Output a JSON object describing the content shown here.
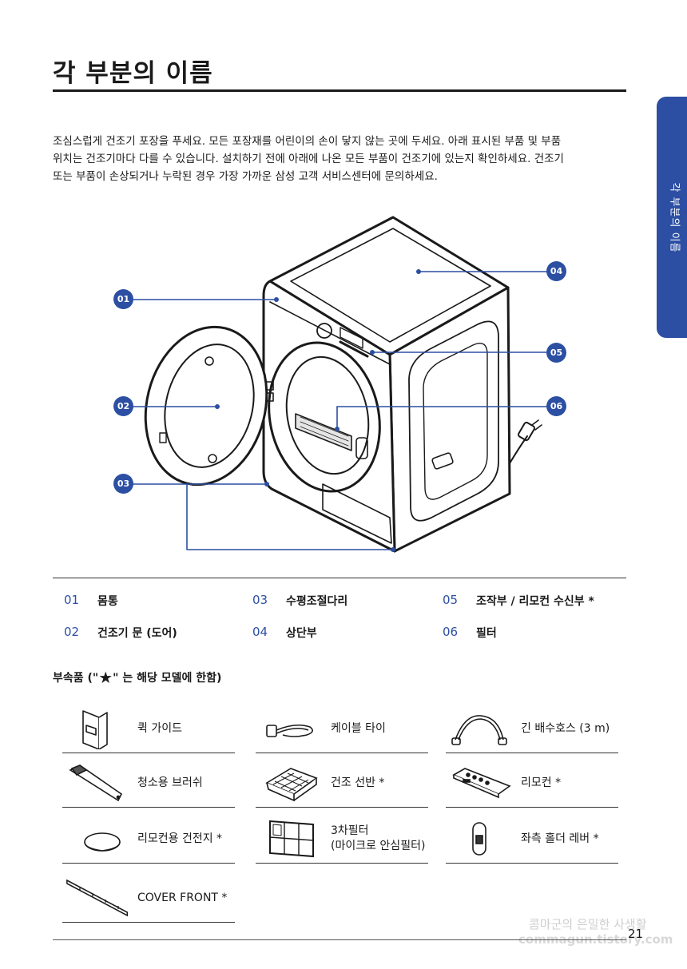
{
  "page": {
    "title": "각 부분의 이름",
    "side_tab": "각 부분의 이름",
    "page_number": "21"
  },
  "intro": {
    "lines": [
      "조심스럽게 건조기 포장을 푸세요. 모든 포장재를 어린이의 손이 닿지 않는 곳에 두세요. 아래 표시된 부품 및 부품",
      "위치는 건조기마다 다를 수 있습니다. 설치하기 전에 아래에 나온 모든 부품이 건조기에 있는지 확인하세요. 건조기",
      "또는 부품이 손상되거나 누락된 경우 가장 가까운 삼성 고객 서비스센터에 문의하세요."
    ]
  },
  "callouts": [
    "01",
    "02",
    "03",
    "04",
    "05",
    "06"
  ],
  "parts": [
    {
      "num": "01",
      "name": "몸통"
    },
    {
      "num": "02",
      "name": "건조기 문 (도어)"
    },
    {
      "num": "03",
      "name": "수평조절다리"
    },
    {
      "num": "04",
      "name": "상단부"
    },
    {
      "num": "05",
      "name": "조작부 / 리모컨 수신부 *"
    },
    {
      "num": "06",
      "name": "필터"
    }
  ],
  "accessories": {
    "heading_prefix": "부속품 (\"",
    "heading_star": "★",
    "heading_suffix": "\" 는 해당 모델에 한함)",
    "items": [
      {
        "label": "퀵 가이드",
        "icon": "quick-guide-icon"
      },
      {
        "label": "케이블 타이",
        "icon": "cable-tie-icon"
      },
      {
        "label": "긴 배수호스 (3 m)",
        "icon": "drain-hose-icon"
      },
      {
        "label": "청소용 브러쉬",
        "icon": "cleaning-brush-icon"
      },
      {
        "label": "건조 선반 *",
        "icon": "drying-rack-icon"
      },
      {
        "label": "리모컨 *",
        "icon": "remote-control-icon"
      },
      {
        "label": "리모컨용 건전지 *",
        "icon": "battery-icon"
      },
      {
        "label": "3차필터",
        "label2": "(마이크로 안심필터)",
        "icon": "micro-filter-icon"
      },
      {
        "label": "좌측 홀더 레버 *",
        "icon": "holder-lever-icon"
      },
      {
        "label": "COVER FRONT *",
        "icon": "cover-front-icon"
      }
    ]
  },
  "watermark": {
    "line1": "콤마군의 은밀한 사생활",
    "line2": "commagun.tistory.com"
  },
  "colors": {
    "accent": "#2c4fa3",
    "text": "#1a1a1a"
  }
}
